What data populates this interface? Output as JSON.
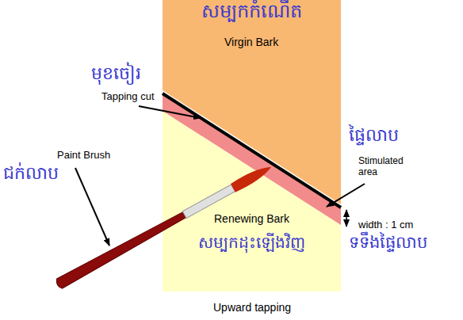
{
  "diagram": {
    "caption": "Upward tapping",
    "nodes": [
      {
        "text": [
          "សម្បកកំណើត",
          "Virgin Bark"
        ]
      },
      {
        "text": [
          "Renewing Bark",
          "សម្បកដុះឡើងវិញ"
        ]
      }
    ],
    "labels": [
      "មុខចៀរ",
      "Tapping cut",
      "ផ្ទៃលាប",
      "Stimulated area",
      "Paint Brush",
      "ជក់លាប",
      "width : 1 cm",
      "ទទឹងផ្ទៃលាប"
    ]
  }
}
